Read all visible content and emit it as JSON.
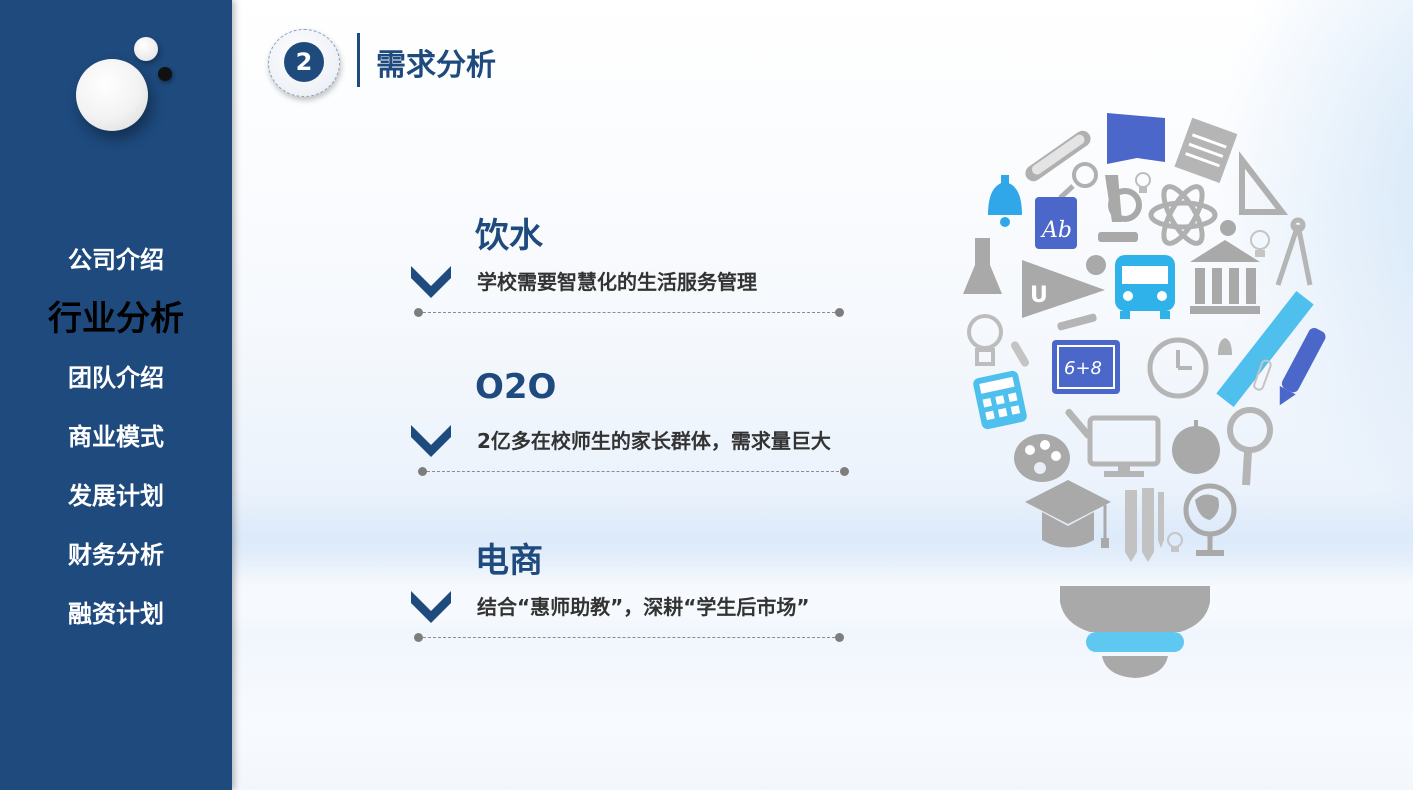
{
  "sidebar": {
    "items": [
      {
        "label": "公司介绍",
        "active": false
      },
      {
        "label": "行业分析",
        "active": true
      },
      {
        "label": "团队介绍",
        "active": false
      },
      {
        "label": "商业模式",
        "active": false
      },
      {
        "label": "发展计划",
        "active": false
      },
      {
        "label": "财务分析",
        "active": false
      },
      {
        "label": "融资计划",
        "active": false
      }
    ]
  },
  "section": {
    "number": "2",
    "title": "需求分析"
  },
  "items": [
    {
      "title": "饮水",
      "description": "学校需要智慧化的生活服务管理"
    },
    {
      "title": "O2O",
      "description": "2亿多在校师生的家长群体，需求量巨大"
    },
    {
      "title": "电商",
      "description": "结合“惠师助教”，深耕“学生后市场”"
    }
  ],
  "illustration": {
    "book_label": "Ab",
    "board_label": "6+8",
    "pennant_label": "U",
    "icons": [
      "bell-icon",
      "test-tube-icon",
      "book-icon",
      "notepad-icon",
      "microscope-icon",
      "atom-icon",
      "triangle-ruler-icon",
      "palette-icon",
      "flask-icon",
      "bus-icon",
      "pennant-icon",
      "building-icon",
      "compass-icon",
      "lightbulb-icon",
      "chalkboard-icon",
      "clock-icon",
      "ruler-icon",
      "pencil-icon",
      "calculator-icon",
      "monitor-icon",
      "apple-icon",
      "magnifier-icon",
      "graduation-cap-icon",
      "globe-icon"
    ],
    "colors": {
      "gray": "#a9a9a9",
      "blue": "#4b67c9",
      "cyan": "#5ec8f0"
    }
  },
  "colors": {
    "sidebar": "#1e4a7e",
    "accent": "#1e4a7e",
    "text": "#333333"
  }
}
